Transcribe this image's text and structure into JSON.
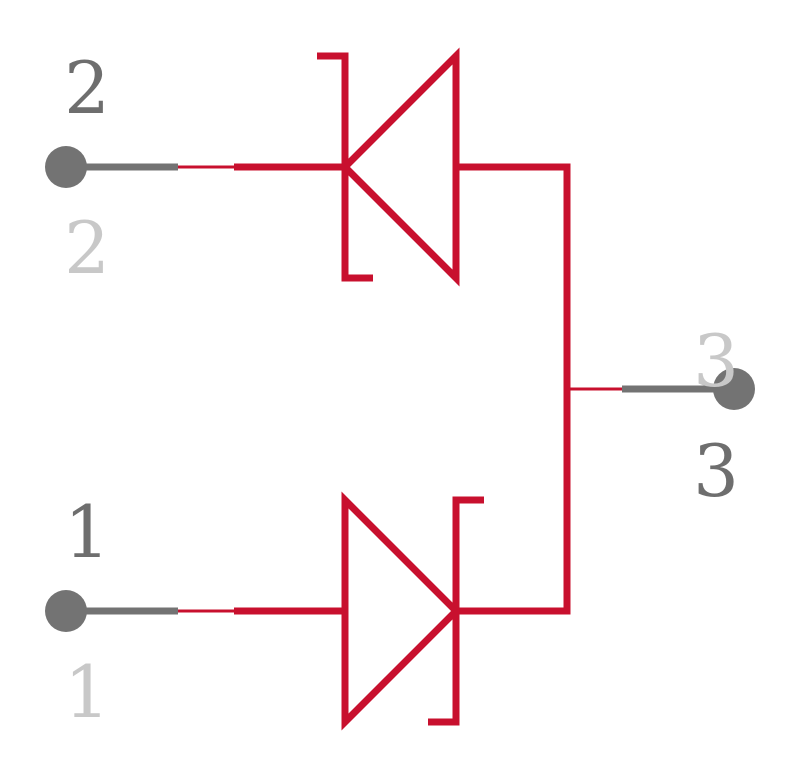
{
  "colors": {
    "background": "#ffffff",
    "wire": "#c8102e",
    "pin": "#737373",
    "pin_number_dark": "#6e6e6e",
    "pin_number_light": "#c8c8c8"
  },
  "pins": [
    {
      "id": "pin-2",
      "name": "2",
      "number": "2"
    },
    {
      "id": "pin-1",
      "name": "1",
      "number": "1"
    },
    {
      "id": "pin-3",
      "name": "3",
      "number": "3"
    }
  ],
  "components": [
    {
      "type": "zener-diode",
      "name": "upper-zener-diode"
    },
    {
      "type": "zener-diode",
      "name": "lower-zener-diode"
    }
  ]
}
